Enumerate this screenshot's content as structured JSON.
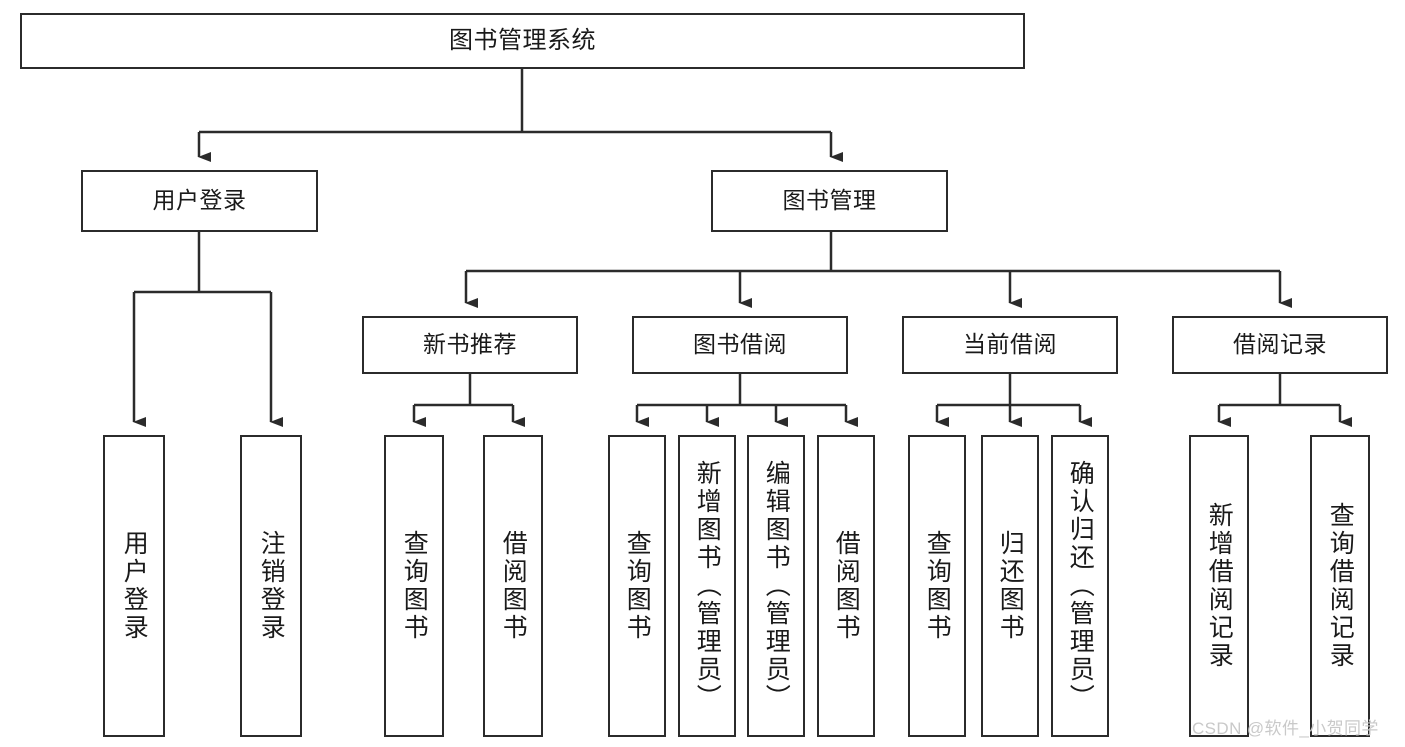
{
  "diagram": {
    "title": "图书管理系统",
    "watermark": "CSDN @软件_小贺同学",
    "colors": {
      "line": "#2b2b2b",
      "box_fill": "#ffffff",
      "text": "#1a1a1a",
      "watermark": "#c9c9c9"
    },
    "root": {
      "label": "图书管理系统"
    },
    "level2": [
      {
        "label": "用户登录"
      },
      {
        "label": "图书管理"
      }
    ],
    "level3": [
      {
        "label": "新书推荐"
      },
      {
        "label": "图书借阅"
      },
      {
        "label": "当前借阅"
      },
      {
        "label": "借阅记录"
      }
    ],
    "leaves": {
      "user_login": [
        {
          "label": "用户登录"
        },
        {
          "label": "注销登录"
        }
      ],
      "new_book": [
        {
          "label": "查询图书"
        },
        {
          "label": "借阅图书"
        }
      ],
      "book_borrow": [
        {
          "label": "查询图书"
        },
        {
          "label": "新增图书（管理员）"
        },
        {
          "label": "编辑图书（管理员）"
        },
        {
          "label": "借阅图书"
        }
      ],
      "current_borrow": [
        {
          "label": "查询图书"
        },
        {
          "label": "归还图书"
        },
        {
          "label": "确认归还（管理员）"
        }
      ],
      "borrow_record": [
        {
          "label": "新增借阅记录"
        },
        {
          "label": "查询借阅记录"
        }
      ]
    }
  }
}
